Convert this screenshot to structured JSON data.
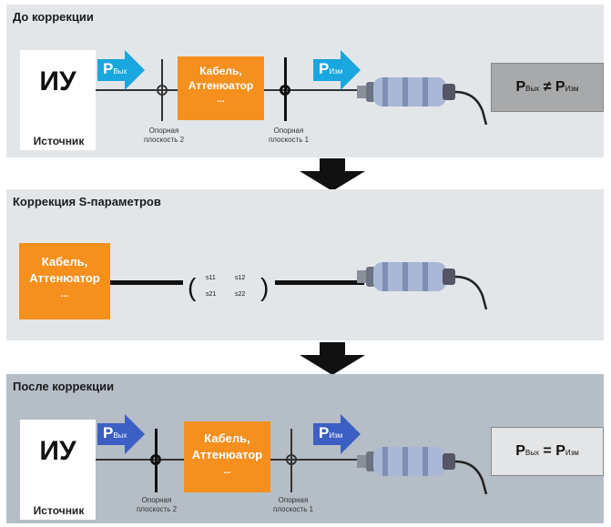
{
  "panel_before": {
    "title": "До коррекции",
    "source_symbol": "ИУ",
    "source_label": "Источник",
    "p_out_main": "P",
    "p_out_sub": "Вых",
    "block_line1": "Кабель,",
    "block_line2": "Аттенюатор",
    "block_dots": "...",
    "p_meas_main": "P",
    "p_meas_sub": "Изм",
    "ref2_line1": "Опорная",
    "ref2_line2": "плоскость 2",
    "ref1_line1": "Опорная",
    "ref1_line2": "плоскость 1",
    "result_p1": "P",
    "result_sub1": "Вых",
    "result_op": "≠",
    "result_p2": "P",
    "result_sub2": "Изм"
  },
  "panel_sparams": {
    "title": "Коррекция S-параметров",
    "block_line1": "Кабель,",
    "block_line2": "Аттенюатор",
    "block_dots": "...",
    "s11": "s11",
    "s12": "s12",
    "s21": "s21",
    "s22": "s22"
  },
  "panel_after": {
    "title": "После коррекции",
    "source_symbol": "ИУ",
    "source_label": "Источник",
    "p_out_main": "P",
    "p_out_sub": "Вых",
    "block_line1": "Кабель,",
    "block_line2": "Аттенюатор",
    "block_dots": "...",
    "p_meas_main": "P",
    "p_meas_sub": "Изм",
    "ref2_line1": "Опорная",
    "ref2_line2": "плоскость 2",
    "ref1_line1": "Опорная",
    "ref1_line2": "плоскость 1",
    "result_p1": "P",
    "result_sub1": "Вых",
    "result_op": "=",
    "result_p2": "P",
    "result_sub2": "Изм"
  },
  "colors": {
    "orange_block": "#f5901e",
    "cyan_arrow": "#1aa6de",
    "blue_arrow": "#3c5fc4",
    "panel_bg": "#e3e6e9",
    "panel_bg_after": "#b5bec6"
  },
  "icons": [
    "power-sensor-icon",
    "down-arrow-icon",
    "signal-arrow-icon"
  ]
}
